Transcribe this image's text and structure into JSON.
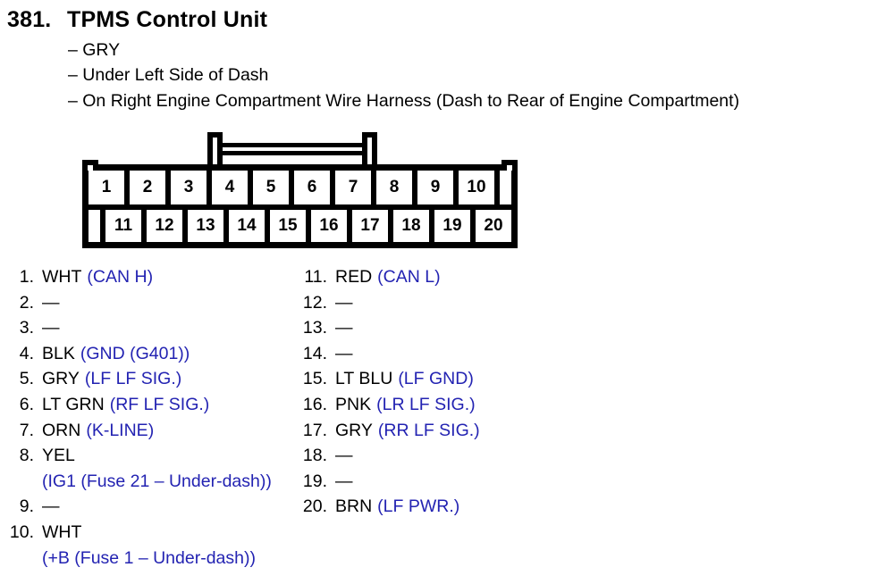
{
  "header": {
    "section_number": "381.",
    "title": "TPMS Control Unit",
    "details": [
      "– GRY",
      "– Under Left Side of Dash",
      "– On Right Engine Compartment Wire Harness (Dash to Rear of Engine Compartment)"
    ]
  },
  "connector": {
    "top_row_pins": [
      "1",
      "2",
      "3",
      "4",
      "5",
      "6",
      "7",
      "8",
      "9",
      "10"
    ],
    "bottom_row_pins": [
      "11",
      "12",
      "13",
      "14",
      "15",
      "16",
      "17",
      "18",
      "19",
      "20"
    ]
  },
  "pin_list": {
    "left": [
      {
        "num": "1.",
        "wire": "WHT",
        "signal": "(CAN H)"
      },
      {
        "num": "2.",
        "wire": "—",
        "signal": ""
      },
      {
        "num": "3.",
        "wire": "—",
        "signal": ""
      },
      {
        "num": "4.",
        "wire": "BLK",
        "signal": "(GND (G401))"
      },
      {
        "num": "5.",
        "wire": "GRY",
        "signal": "(LF LF SIG.)"
      },
      {
        "num": "6.",
        "wire": "LT GRN",
        "signal": "(RF LF SIG.)"
      },
      {
        "num": "7.",
        "wire": "ORN",
        "signal": "(K-LINE)"
      },
      {
        "num": "8.",
        "wire": "YEL",
        "signal": ""
      },
      {
        "num": "",
        "wire": "",
        "signal": "(IG1 (Fuse 21 – Under-dash))"
      },
      {
        "num": "9.",
        "wire": "—",
        "signal": ""
      },
      {
        "num": "10.",
        "wire": "WHT",
        "signal": ""
      },
      {
        "num": "",
        "wire": "",
        "signal": "(+B (Fuse 1 – Under-dash))"
      }
    ],
    "right": [
      {
        "num": "11.",
        "wire": "RED",
        "signal": "(CAN L)"
      },
      {
        "num": "12.",
        "wire": "—",
        "signal": ""
      },
      {
        "num": "13.",
        "wire": "—",
        "signal": ""
      },
      {
        "num": "14.",
        "wire": "—",
        "signal": ""
      },
      {
        "num": "15.",
        "wire": "LT BLU",
        "signal": "(LF GND)"
      },
      {
        "num": "16.",
        "wire": "PNK",
        "signal": "(LR LF SIG.)"
      },
      {
        "num": "17.",
        "wire": "GRY",
        "signal": "(RR LF SIG.)"
      },
      {
        "num": "18.",
        "wire": "—",
        "signal": ""
      },
      {
        "num": "19.",
        "wire": "—",
        "signal": ""
      },
      {
        "num": "20.",
        "wire": "BRN",
        "signal": "(LF PWR.)"
      }
    ]
  },
  "colors": {
    "signal_blue": "#2323b2",
    "ink": "#000000",
    "background": "#ffffff"
  }
}
